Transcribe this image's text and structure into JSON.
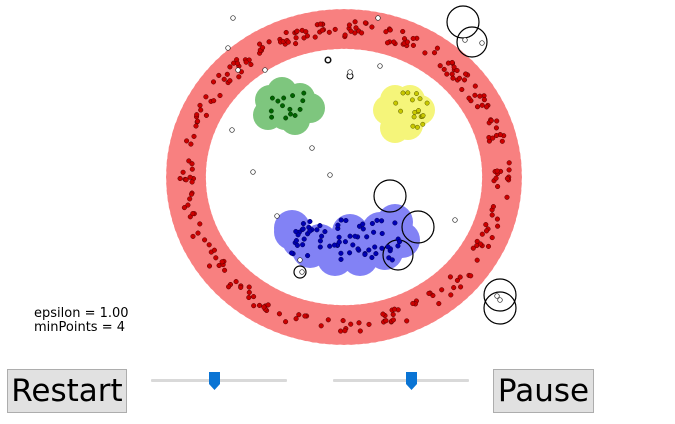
{
  "params": {
    "epsilon_text": "epsilon = 1.00",
    "minpoints_text": "minPoints = 4",
    "epsilon": 1.0,
    "min_points": 4
  },
  "controls": {
    "restart_label": "Restart",
    "pause_label": "Pause",
    "slider1_value": 0.46,
    "slider2_value": 0.58
  },
  "colors": {
    "red_fill": "#f88080",
    "red_point": "#cc0000",
    "green_fill": "#7ec67e",
    "green_point": "#006400",
    "yellow_fill": "#f5f57a",
    "yellow_point": "#c8c800",
    "blue_fill": "#8282f5",
    "blue_point": "#0000b4",
    "slider_thumb": "#0a74d4"
  }
}
